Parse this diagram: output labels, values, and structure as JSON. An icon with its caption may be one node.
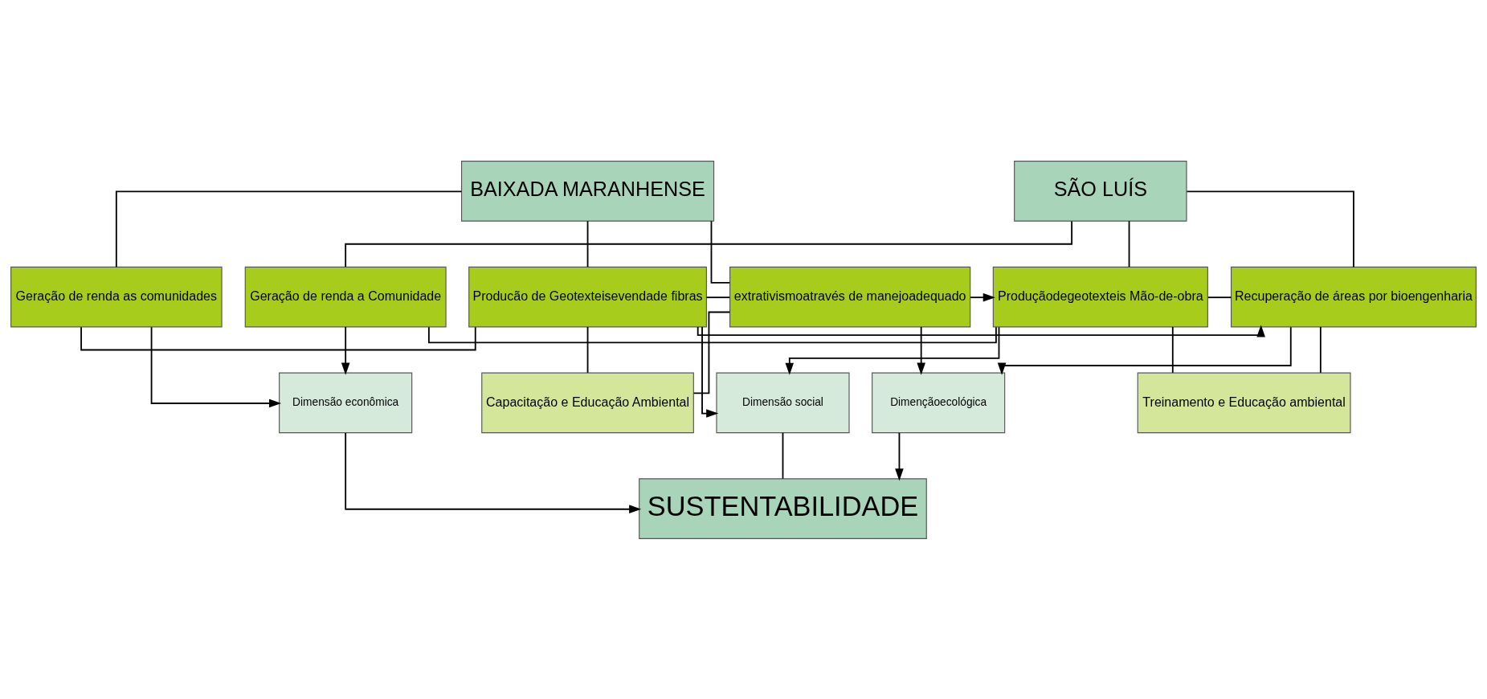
{
  "diagram": {
    "nodes": [
      {
        "text": [
          "BAIXADA MARANHENSE"
        ]
      },
      {
        "text": [
          "SÃO LUÍS"
        ]
      },
      {
        "text": [
          "extrativismoatravés de manejoadequado"
        ]
      },
      {
        "text": [
          "Producão de Geotexteisevendade fibras"
        ]
      },
      {
        "text": [
          "Geração de renda as comunidades"
        ]
      },
      {
        "text": [
          "Recuperação de áreas por bioengenharia"
        ]
      },
      {
        "text": [
          "Produçãodegeotexteis Mão-de-obra"
        ]
      },
      {
        "text": [
          "Geração de renda a Comunidade"
        ]
      },
      {
        "text": [
          "Capacitação e Educação Ambiental"
        ]
      },
      {
        "text": [
          "Treinamento e Educação ambiental"
        ]
      },
      {
        "text": [
          "Dimençãoecológica"
        ]
      },
      {
        "text": [
          "Dimensão social"
        ]
      },
      {
        "text": [
          "Dimensão econômica"
        ]
      },
      {
        "text": [
          "SUSTENTABILIDADE"
        ]
      }
    ],
    "edges": [
      {
        "from": 0,
        "to": 2,
        "arrow": "none"
      },
      {
        "from": 0,
        "to": 3,
        "arrow": "none"
      },
      {
        "from": 0,
        "to": 4,
        "arrow": "none"
      },
      {
        "from": 1,
        "to": 5,
        "arrow": "none"
      },
      {
        "from": 1,
        "to": 6,
        "arrow": "none"
      },
      {
        "from": 1,
        "to": 7,
        "arrow": "none"
      },
      {
        "from": 2,
        "to": 3,
        "arrow": "none"
      },
      {
        "from": 3,
        "to": 4,
        "arrow": "none"
      },
      {
        "from": 5,
        "to": 6,
        "arrow": "none"
      },
      {
        "from": 6,
        "to": 7,
        "arrow": "none"
      },
      {
        "from": 2,
        "to": 8,
        "arrow": "none"
      },
      {
        "from": 3,
        "to": 8,
        "arrow": "none"
      },
      {
        "from": 5,
        "to": 9,
        "arrow": "none"
      },
      {
        "from": 6,
        "to": 9,
        "arrow": "none"
      },
      {
        "from": 2,
        "to": 10,
        "arrow": "to"
      },
      {
        "from": 2,
        "to": 6,
        "arrow": "to"
      },
      {
        "from": 3,
        "to": 5,
        "arrow": "to"
      },
      {
        "from": 3,
        "to": 11,
        "arrow": "to"
      },
      {
        "from": 4,
        "to": 12,
        "arrow": "to"
      },
      {
        "from": 5,
        "to": 10,
        "arrow": "to"
      },
      {
        "from": 6,
        "to": 11,
        "arrow": "to"
      },
      {
        "from": 7,
        "to": 12,
        "arrow": "to"
      },
      {
        "from": 10,
        "to": 13,
        "arrow": "to"
      },
      {
        "from": 11,
        "to": 13,
        "arrow": "none"
      },
      {
        "from": 12,
        "to": 13,
        "arrow": "to"
      }
    ]
  }
}
